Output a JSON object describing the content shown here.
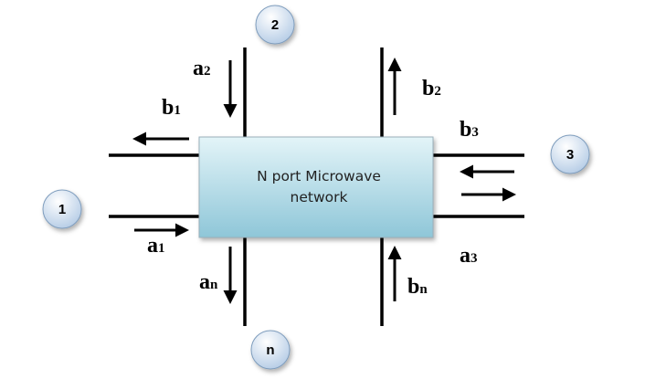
{
  "network": {
    "line1": "N port Microwave",
    "line2": "network",
    "box_color_top": "#e3f4f8",
    "box_color_bottom": "#8ec6d8",
    "box_stroke": "#9ab0bb"
  },
  "ports": {
    "p1": "1",
    "p2": "2",
    "p3": "3",
    "pn": "n",
    "circle_fill_light": "#ffffff",
    "circle_fill_dark": "#b4cbe5",
    "circle_stroke": "#7f9dbd"
  },
  "waves": {
    "a1": {
      "letter": "a",
      "sub": "1"
    },
    "b1": {
      "letter": "b",
      "sub": "1"
    },
    "a2": {
      "letter": "a",
      "sub": "2"
    },
    "b2": {
      "letter": "b",
      "sub": "2"
    },
    "a3": {
      "letter": "a",
      "sub": "3"
    },
    "b3": {
      "letter": "b",
      "sub": "3"
    },
    "an": {
      "letter": "a",
      "sub": "n"
    },
    "bn": {
      "letter": "b",
      "sub": "n"
    }
  }
}
